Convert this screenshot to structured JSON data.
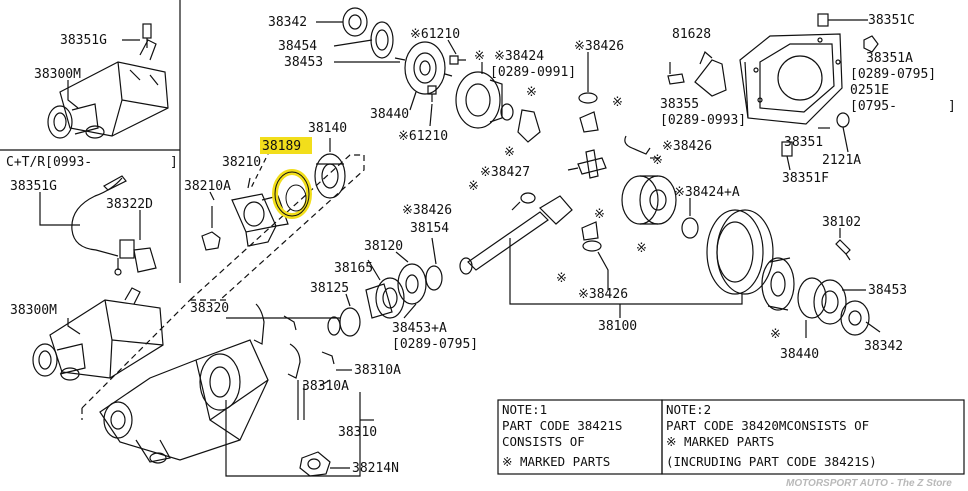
{
  "labels": {
    "p38351G_top": "38351G",
    "p38300M_top": "38300M",
    "section_ctr": "C+T/R[0993-",
    "section_ctr_end": "]",
    "p38351G_mid": "38351G",
    "p38322D": "38322D",
    "p38300M_bot": "38300M",
    "p38342_top": "38342",
    "p38454": "38454",
    "p38453_top": "38453",
    "p38440_top": "38440",
    "p61210_top": "※61210",
    "p61210_bot": "※61210",
    "p38424_star": "※",
    "p38424": "※38424",
    "p38424_date": "[0289-0991]",
    "p38426_a": "※38426",
    "p81628": "81628",
    "p38355": "38355",
    "p38355_date": "[0289-0993]",
    "p38351C": "38351C",
    "p38351A": "38351A",
    "p38351A_date": "[0289-0795]",
    "p0251E": "0251E",
    "p0251E_date": "[0795-",
    "p0251E_date_end": "]",
    "p38351": "38351",
    "p2121A": "2121A",
    "p38351F": "38351F",
    "p38426_b": "※38426",
    "p38427": "※38427",
    "p38424A": "※38424+A",
    "p38426_c": "※38426",
    "p38426_d": "※38426",
    "p38102": "38102",
    "p38453_right": "38453",
    "p38342_right": "38342",
    "p38440_right": "38440",
    "p38440_star": "※",
    "p38100": "38100",
    "p38189": "38189",
    "p38140": "38140",
    "p38210": "38210",
    "p38210A": "38210A",
    "p38154": "38154",
    "p38120": "38120",
    "p38165": "38165",
    "p38125": "38125",
    "p38453A": "38453+A",
    "p38453A_date": "[0289-0795]",
    "p38320": "38320",
    "p38310A_a": "38310A",
    "p38310A_b": "38310A",
    "p38310": "38310",
    "p38214N": "38214N",
    "star_a": "※",
    "star_b": "※",
    "star_c": "※",
    "star_d": "※",
    "star_e": "※",
    "star_f": "※",
    "star_g": "※",
    "star_h": "※"
  },
  "note1": {
    "title": "NOTE:1",
    "line1": "PART CODE 38421S",
    "line2": "CONSISTS OF",
    "line3": "※ MARKED PARTS"
  },
  "note2": {
    "title": "NOTE:2",
    "line1": "PART CODE 38420MCONSISTS OF",
    "line2": "※ MARKED PARTS",
    "line3": "(INCRUDING PART  CODE 38421S)"
  },
  "watermark": "MOTORSPORT AUTO - The Z Store",
  "colors": {
    "highlight": "#f2de1b",
    "line": "#111111"
  }
}
